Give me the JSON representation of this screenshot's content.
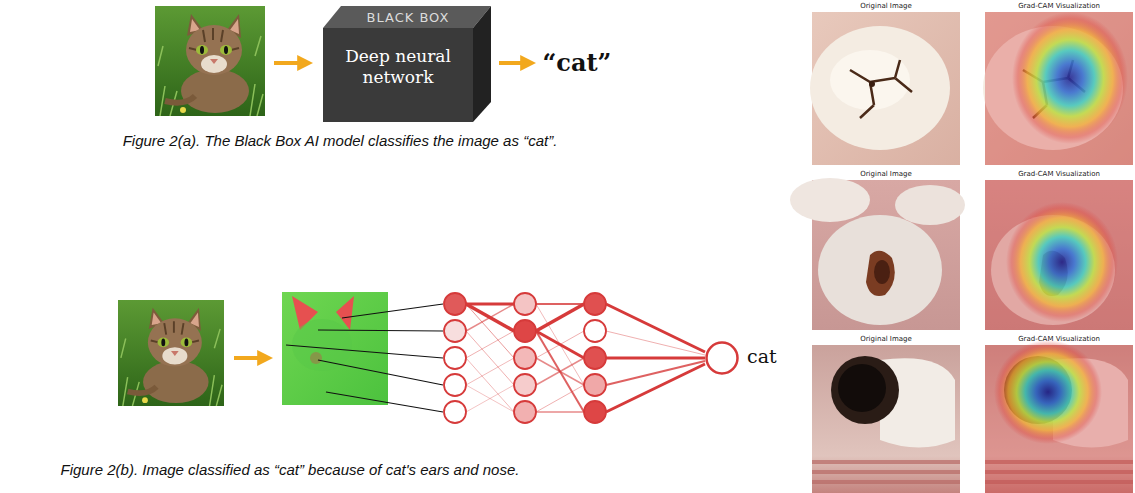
{
  "diagram": {
    "nodes": [
      {
        "text": [
          "BLACK BOX",
          "Deep neural network"
        ]
      },
      {
        "text": [
          "cat"
        ]
      }
    ],
    "labels": [
      "“cat”",
      "Figure 2(a). The Black Box AI model classifies the image as “cat”.",
      "Figure 2(b). Image classified as “cat” because of cat's ears and nose.",
      "Original Image",
      "Grad-CAM Visualization",
      "Original Image",
      "Grad-CAM Visualization",
      "Original Image",
      "Grad-CAM Visualization"
    ]
  }
}
